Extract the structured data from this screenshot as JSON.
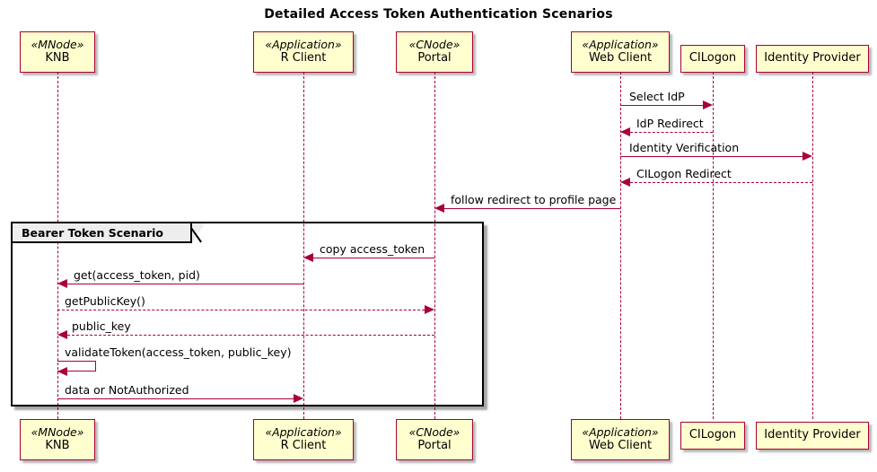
{
  "diagram": {
    "title": "Detailed Access Token Authentication Scenarios",
    "type": "uml-sequence-diagram",
    "colors": {
      "participant_fill": "#FEFECE",
      "participant_border": "#A80036",
      "message_line": "#A80036",
      "group_border": "#000000",
      "group_tab_fill": "#EEEEEE",
      "background": "#FFFFFF"
    }
  },
  "participants": [
    {
      "stereotype": "«MNode»",
      "name": "KNB"
    },
    {
      "stereotype": "«Application»",
      "name": "R Client"
    },
    {
      "stereotype": "«CNode»",
      "name": "Portal"
    },
    {
      "stereotype": "«Application»",
      "name": "Web Client"
    },
    {
      "stereotype": "",
      "name": "CILogon"
    },
    {
      "stereotype": "",
      "name": "Identity Provider"
    }
  ],
  "messages": [
    {
      "label": "Select IdP",
      "from": "Web Client",
      "to": "CILogon",
      "style": "solid",
      "direction": "right"
    },
    {
      "label": "IdP Redirect",
      "from": "CILogon",
      "to": "Web Client",
      "style": "dashed",
      "direction": "left"
    },
    {
      "label": "Identity Verification",
      "from": "Web Client",
      "to": "Identity Provider",
      "style": "solid",
      "direction": "right"
    },
    {
      "label": "CILogon Redirect",
      "from": "Identity Provider",
      "to": "Web Client",
      "style": "dashed",
      "direction": "left"
    },
    {
      "label": "follow redirect to profile page",
      "from": "Web Client",
      "to": "Portal",
      "style": "solid",
      "direction": "left"
    },
    {
      "label": "copy access_token",
      "from": "Portal",
      "to": "R Client",
      "style": "solid",
      "direction": "left"
    },
    {
      "label": "get(access_token, pid)",
      "from": "R Client",
      "to": "KNB",
      "style": "solid",
      "direction": "left"
    },
    {
      "label": "getPublicKey()",
      "from": "KNB",
      "to": "Portal",
      "style": "dashed",
      "direction": "right"
    },
    {
      "label": "public_key",
      "from": "Portal",
      "to": "KNB",
      "style": "dashed",
      "direction": "left"
    },
    {
      "label": "validateToken(access_token, public_key)",
      "from": "KNB",
      "to": "KNB",
      "style": "solid",
      "direction": "self"
    },
    {
      "label": "data or NotAuthorized",
      "from": "KNB",
      "to": "R Client",
      "style": "solid",
      "direction": "right"
    }
  ],
  "groups": [
    {
      "label": "Bearer Token Scenario"
    }
  ]
}
